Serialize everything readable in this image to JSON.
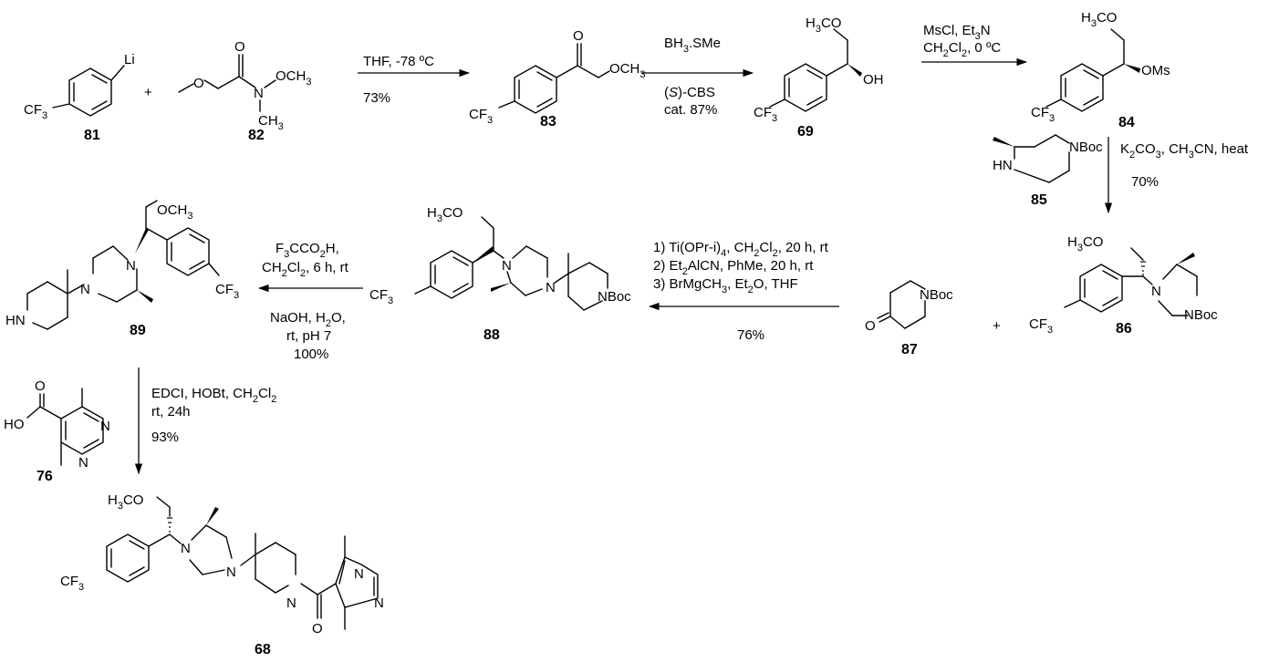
{
  "compounds": {
    "c81": {
      "id": "81",
      "atoms": {
        "li": "Li",
        "cf3": "CF",
        "cf3_sub": "3"
      }
    },
    "c82": {
      "id": "82",
      "atoms": {
        "o_carbonyl": "O",
        "n": "N",
        "och3": "OCH",
        "och3_sub": "3",
        "ch3": "CH",
        "ch3_sub": "3"
      }
    },
    "c83": {
      "id": "83",
      "atoms": {
        "o_carbonyl": "O",
        "och3": "OCH",
        "och3_sub": "3",
        "cf3": "CF",
        "cf3_sub": "3"
      }
    },
    "c69": {
      "id": "69",
      "atoms": {
        "h3co_pre": "H",
        "h3co_sub": "3",
        "h3co_post": "CO",
        "oh": "OH",
        "cf3": "CF",
        "cf3_sub": "3"
      }
    },
    "c84": {
      "id": "84",
      "atoms": {
        "h3co_pre": "H",
        "h3co_sub": "3",
        "h3co_post": "CO",
        "oms": "OMs",
        "cf3": "CF",
        "cf3_sub": "3"
      }
    },
    "c85": {
      "id": "85",
      "atoms": {
        "nboc": "NBoc",
        "hn": "HN"
      }
    },
    "c86": {
      "id": "86",
      "atoms": {
        "h3co_pre": "H",
        "h3co_sub": "3",
        "h3co_post": "CO",
        "n": "N",
        "nboc": "NBoc",
        "cf3": "CF",
        "cf3_sub": "3"
      }
    },
    "c87": {
      "id": "87",
      "atoms": {
        "o": "O",
        "nboc": "NBoc"
      }
    },
    "c88": {
      "id": "88",
      "atoms": {
        "h3co_pre": "H",
        "h3co_sub": "3",
        "h3co_post": "CO",
        "n": "N",
        "n2": "N",
        "nboc": "NBoc",
        "cf3": "CF",
        "cf3_sub": "3"
      }
    },
    "c89": {
      "id": "89",
      "atoms": {
        "och3": "OCH",
        "och3_sub": "3",
        "n": "N",
        "n2": "N",
        "hn": "HN",
        "cf3": "CF",
        "cf3_sub": "3"
      }
    },
    "c76": {
      "id": "76",
      "atoms": {
        "o": "O",
        "ho": "HO",
        "n1": "N",
        "n2": "N"
      }
    },
    "c68": {
      "id": "68",
      "atoms": {
        "h3co_pre": "H",
        "h3co_sub": "3",
        "h3co_post": "CO",
        "n": "N",
        "n2": "N",
        "n3": "N",
        "o": "O",
        "pn1": "N",
        "pn2": "N",
        "cf3": "CF",
        "cf3_sub": "3"
      }
    }
  },
  "plus_sign": "+",
  "reactions": {
    "r1": {
      "cond1": "THF, -78 ºC",
      "yield": "73%"
    },
    "r2": {
      "cond1": "BH",
      "cond1_sub": "3",
      "cond1_post": ".SMe",
      "cbs_open": "(",
      "cbs_s": "S",
      "cbs_close": ")-CBS",
      "cond3": "cat. 87%"
    },
    "r3": {
      "cond1": "MsCl, Et",
      "cond1_sub": "3",
      "cond1_post": "N",
      "cond2_pre": "CH",
      "cond2_sub1": "2",
      "cond2_mid": "Cl",
      "cond2_sub2": "2",
      "cond2_post": ", 0 ºC"
    },
    "r4": {
      "cond_pre": "K",
      "cond_sub1": "2",
      "cond_mid1": "CO",
      "cond_sub2": "3",
      "cond_mid2": ", CH",
      "cond_sub3": "3",
      "cond_post": "CN, heat",
      "yield": "70%"
    },
    "r5": {
      "l1_pre": "1) Ti(OPr-i)",
      "l1_sub": "4",
      "l1_mid": ", CH",
      "l1_sub2": "2",
      "l1_mid2": "Cl",
      "l1_sub3": "2",
      "l1_post": ", 20 h, rt",
      "l2_pre": "2) Et",
      "l2_sub": "2",
      "l2_post": "AlCN, PhMe, 20 h, rt",
      "l3_pre": "3) BrMgCH",
      "l3_sub": "3",
      "l3_mid": ", Et",
      "l3_sub2": "2",
      "l3_post": "O, THF",
      "yield": "76%"
    },
    "r6": {
      "l1_pre": "F",
      "l1_sub": "3",
      "l1_mid": "CCO",
      "l1_sub2": "2",
      "l1_post": "H,",
      "l2_pre": "CH",
      "l2_sub": "2",
      "l2_mid": "Cl",
      "l2_sub2": "2",
      "l2_post": ", 6 h, rt",
      "l3_pre": "NaOH, H",
      "l3_sub": "2",
      "l3_post": "O,",
      "l4": "rt, pH 7",
      "l5": "100%"
    },
    "r7": {
      "l1_pre": "EDCI, HOBt, CH",
      "l1_sub": "2",
      "l1_mid": "Cl",
      "l1_sub2": "2",
      "l2": "rt, 24h",
      "l3": "93%"
    }
  }
}
